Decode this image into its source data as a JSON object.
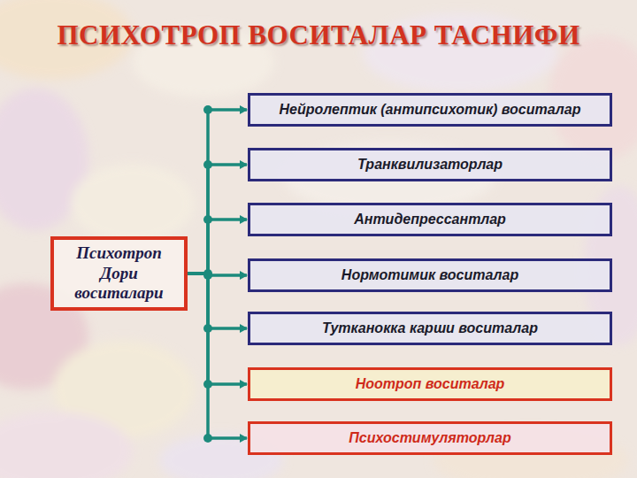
{
  "diagram": {
    "title": "ПСИХОТРОП ВОСИТАЛАР ТАСНИФИ",
    "nodes": [
      {
        "text": [
          "Психотроп Дори воситалари"
        ]
      },
      {
        "text": [
          "Нейролептик (антипсихотик) воситалар"
        ]
      },
      {
        "text": [
          "Транквилизаторлар"
        ]
      },
      {
        "text": [
          "Антидепрессантлар"
        ]
      },
      {
        "text": [
          "Нормотимик воситалар"
        ]
      },
      {
        "text": [
          "Тутканокка карши воситалар"
        ]
      },
      {
        "text": [
          "Ноотроп воситалар"
        ]
      },
      {
        "text": [
          "Психостимуляторлар"
        ]
      }
    ],
    "edges": [
      {
        "from": 0,
        "to": 1,
        "arrow": "to"
      },
      {
        "from": 0,
        "to": 2,
        "arrow": "to"
      },
      {
        "from": 0,
        "to": 3,
        "arrow": "to"
      },
      {
        "from": 0,
        "to": 4,
        "arrow": "to"
      },
      {
        "from": 0,
        "to": 5,
        "arrow": "to"
      },
      {
        "from": 0,
        "to": 6,
        "arrow": "to"
      },
      {
        "from": 0,
        "to": 7,
        "arrow": "to"
      }
    ]
  }
}
